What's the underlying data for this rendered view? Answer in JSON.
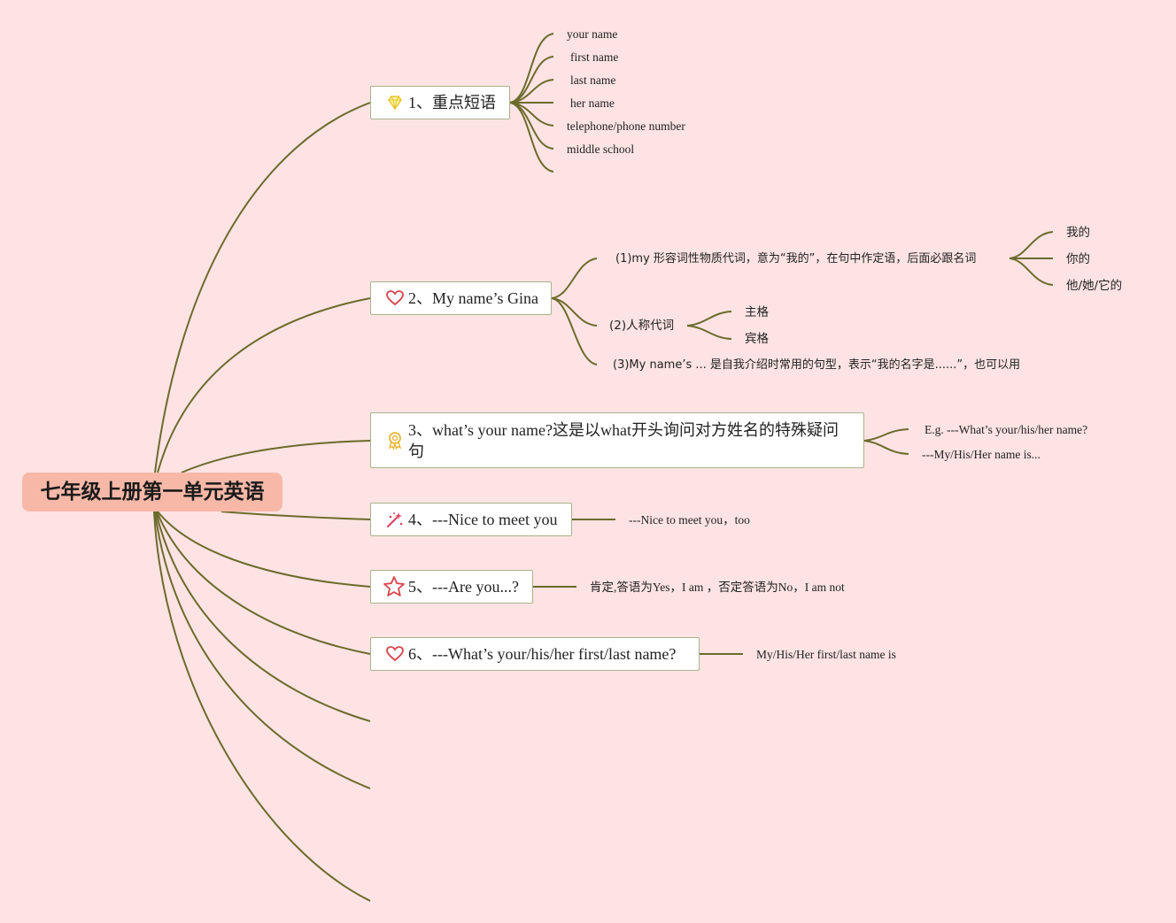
{
  "root": {
    "label": "七年级上册第一单元英语"
  },
  "topics": {
    "t1": {
      "label": "1、重点短语",
      "icon": "diamond-icon",
      "items": [
        "your name",
        "first name",
        "last name",
        "her name",
        "telephone/phone number",
        "middle school"
      ]
    },
    "t2": {
      "label": "2、My name’s Gina",
      "icon": "heart-icon",
      "sub1": {
        "label": "(1)my 形容词性物质代词，意为“我的”，在句中作定语，后面必跟名词",
        "items": [
          "我的",
          "你的",
          "他/她/它的"
        ]
      },
      "sub2": {
        "label": "(2)人称代词",
        "items": [
          "主格",
          "宾格"
        ]
      },
      "sub3": {
        "label": "(3)My name’s ... 是自我介绍时常用的句型，表示“我的名字是......”，也可以用"
      }
    },
    "t3": {
      "label": "3、what’s your name?这是以what开头询问对方姓名的特殊疑问句",
      "icon": "medal-icon",
      "items": [
        "E.g. ---What’s your/his/her name?",
        "---My/His/Her name is..."
      ]
    },
    "t4": {
      "label": "4、---Nice to meet you",
      "icon": "sparkle-icon",
      "items": [
        "---Nice to meet you，too"
      ]
    },
    "t5": {
      "label": "5、---Are you...?",
      "icon": "star-icon",
      "items": [
        "肯定,答语为Yes，I am ，否定答语为No，I am not"
      ]
    },
    "t6": {
      "label": "6、---What’s your/his/her first/last name?",
      "icon": "heart-icon",
      "items": [
        "My/His/Her first/last name is"
      ]
    }
  },
  "colors": {
    "background": "#fde3e3",
    "branch": "#6b6b2c",
    "root_fill": "#f7b8a8",
    "topic_border": "#a8b38a",
    "heart": "#d9434a",
    "diamond": "#f2d23a",
    "medal": "#e8b73a",
    "sparkle": "#e04060"
  }
}
